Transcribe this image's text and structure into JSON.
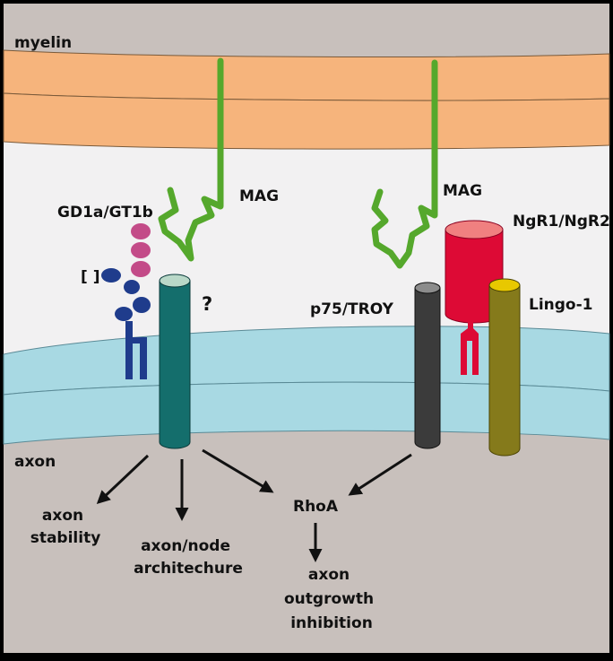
{
  "labels": {
    "myelin": "myelin",
    "axon": "axon",
    "mag_left": "MAG",
    "mag_right": "MAG",
    "ganglioside": "GD1a/GT1b",
    "bracket": "[ ]",
    "unknown_receptor": "?",
    "p75_troy": "p75/TROY",
    "ngr": "NgR1/NgR2",
    "lingo": "Lingo-1",
    "rhoa": "RhoA"
  },
  "outcomes": {
    "stability": [
      "axon",
      "stability"
    ],
    "architecture": [
      "axon/node",
      "architechure"
    ],
    "inhibition": [
      "axon",
      "outgrowth",
      "inhibition"
    ]
  },
  "colors": {
    "frame": "#000000",
    "background": "#c8c0bc",
    "extracellular": "#f2f1f2",
    "myelin_fill": "#f6b47c",
    "axon_membrane_fill": "#a8d9e3",
    "mag_green": "#55a82c",
    "receptor_teal": "#146e6c",
    "receptor_teal_top": "#b9d8c8",
    "p75_gray": "#3b3b3b",
    "p75_top": "#8c8c8c",
    "ngr_red": "#dd0a35",
    "ngr_top": "#f08080",
    "lingo_olive": "#857a1b",
    "lingo_top": "#e8c800",
    "ganglioside_navy": "#1f3c8c",
    "sugar_pink": "#c34b88"
  }
}
